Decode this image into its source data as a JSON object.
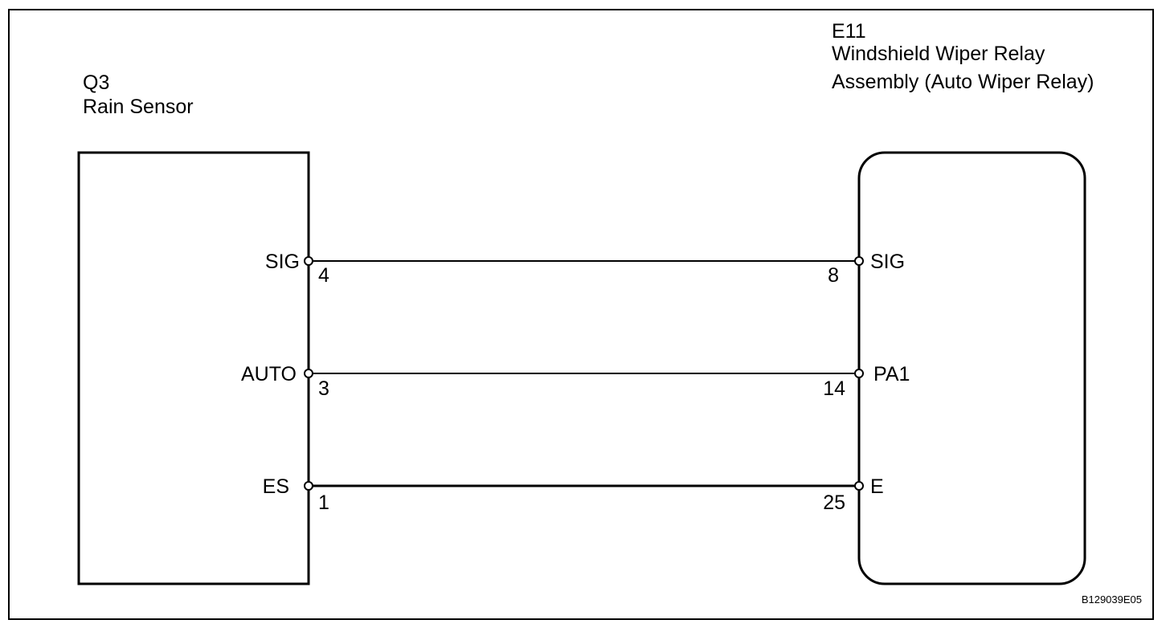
{
  "left_component": {
    "code": "Q3",
    "name": "Rain Sensor"
  },
  "right_component": {
    "code": "E11",
    "name_line1": "Windshield Wiper Relay",
    "name_line2": "Assembly (Auto Wiper Relay)"
  },
  "wires": [
    {
      "left_signal": "SIG",
      "left_pin": "4",
      "right_pin": "8",
      "right_signal": "SIG"
    },
    {
      "left_signal": "AUTO",
      "left_pin": "3",
      "right_pin": "14",
      "right_signal": "PA1"
    },
    {
      "left_signal": "ES",
      "left_pin": "1",
      "right_pin": "25",
      "right_signal": "E"
    }
  ],
  "figure_code": "B129039E05",
  "colors": {
    "line": "#000000",
    "background": "#ffffff"
  }
}
